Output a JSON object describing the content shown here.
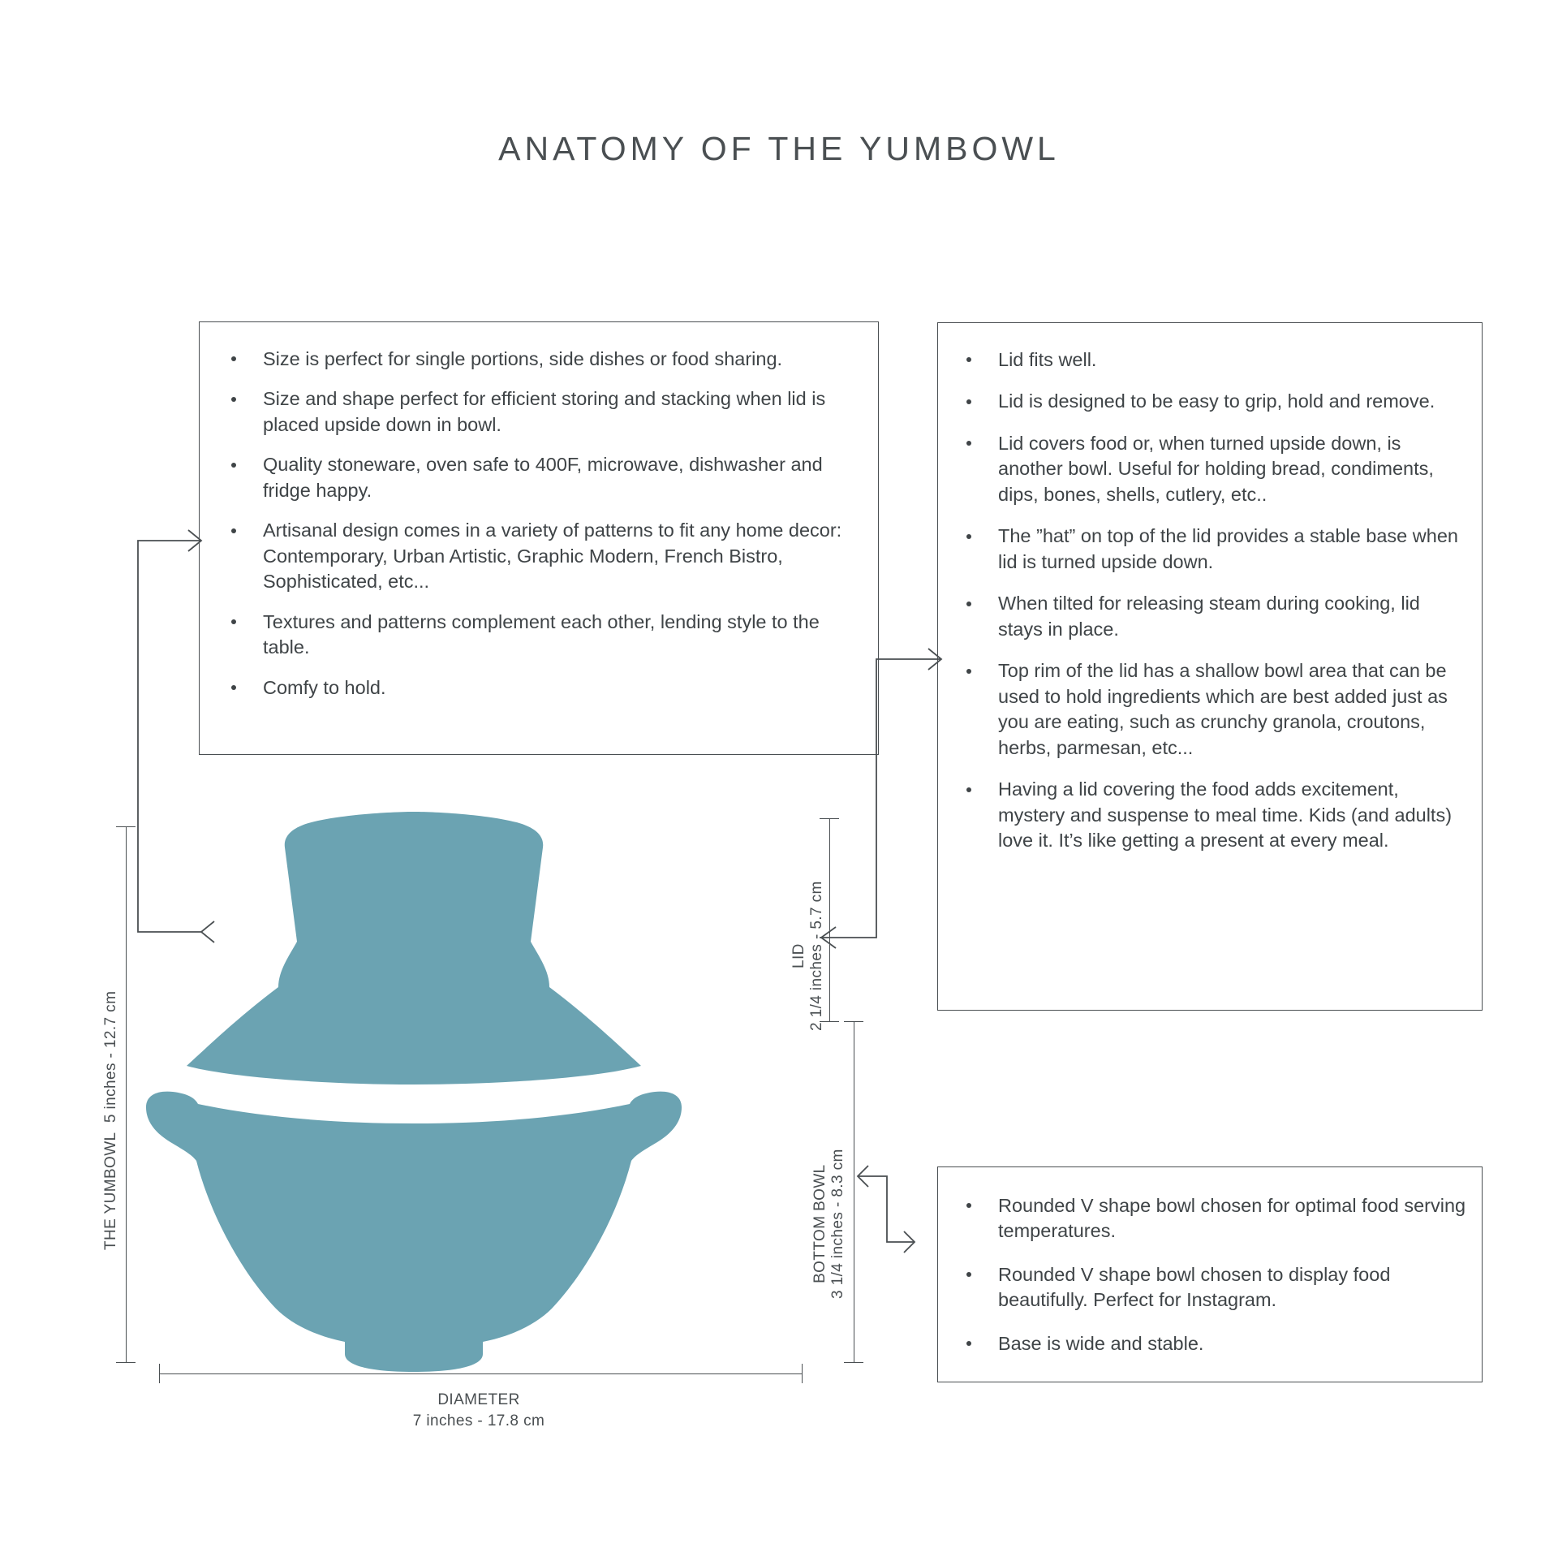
{
  "title": "ANATOMY OF THE YUMBOWL",
  "colors": {
    "bowl_teal": "#6BA3B2",
    "ink": "#4a4f52",
    "background": "#ffffff"
  },
  "boxes": {
    "yumbowl": {
      "name": "yumbowl-features",
      "bullets": [
        "Size is perfect for single portions, side dishes or food sharing.",
        "Size and shape perfect for efficient storing and stacking when lid is placed upside down in bowl.",
        "Quality stoneware, oven safe to 400F, microwave, dishwasher and fridge happy.",
        "Artisanal design comes in a variety of patterns to fit any home decor: Contemporary, Urban Artistic, Graphic Modern, French Bistro, Sophisticated, etc...",
        "Textures and patterns complement each other, lending style to the table.",
        "Comfy to hold."
      ]
    },
    "lid": {
      "name": "lid-features",
      "bullets": [
        "Lid fits well.",
        "Lid is designed to be easy to grip, hold and remove.",
        "Lid covers food or, when turned upside down, is another bowl. Useful for holding bread, condiments, dips, bones, shells, cutlery, etc..",
        "The ”hat” on top of the lid provides a stable base when lid is turned upside down.",
        "When tilted for releasing steam during cooking, lid stays in place.",
        "Top rim of the lid has a shallow bowl area that can be used to hold ingredients which are best added just as you are eating, such as crunchy granola, croutons, herbs, parmesan, etc...",
        "Having a lid covering the food adds excitement, mystery and suspense to meal time. Kids (and adults) love it. It’s like getting a present at every meal."
      ]
    },
    "bottom": {
      "name": "bottom-bowl-features",
      "bullets": [
        "Rounded V shape bowl chosen for optimal food serving temperatures.",
        "Rounded V shape bowl chosen to display food beautifully. Perfect for Instagram.",
        "Base is wide and stable."
      ]
    }
  },
  "dimensions": {
    "overall": {
      "label": "THE YUMBOWL",
      "value": "5 inches - 12.7 cm"
    },
    "lid": {
      "label": "LID",
      "value": "2 1/4 inches - 5.7 cm"
    },
    "bottom_bowl": {
      "label": "BOTTOM BOWL",
      "value": "3 1/4 inches - 8.3 cm"
    },
    "diameter": {
      "label": "DIAMETER",
      "value": "7 inches - 17.8 cm"
    }
  }
}
